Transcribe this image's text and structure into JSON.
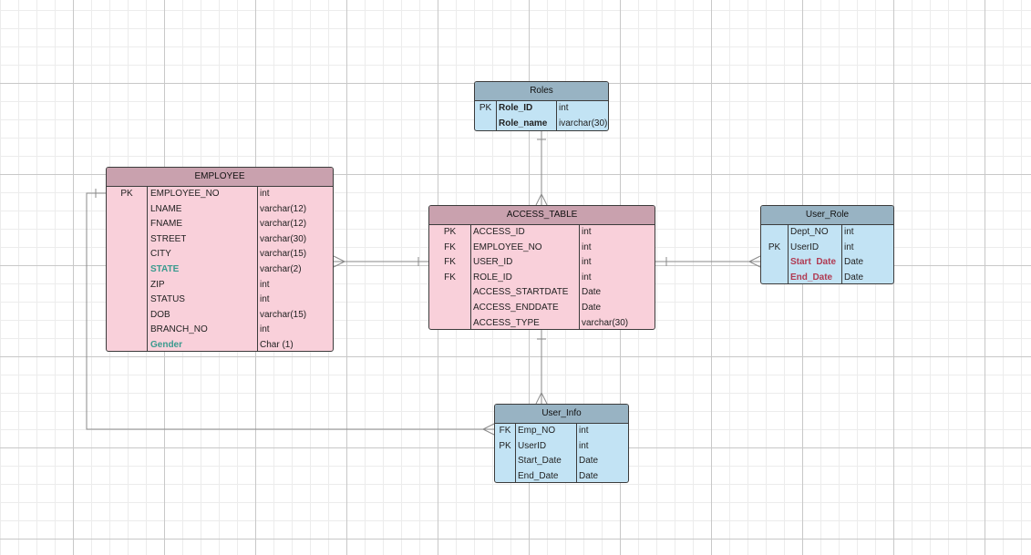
{
  "entities": {
    "employee": {
      "title": "EMPLOYEE",
      "rows": [
        {
          "key": "PK",
          "name": "EMPLOYEE_NO",
          "type": "int"
        },
        {
          "key": "",
          "name": "LNAME",
          "type": "varchar(12)"
        },
        {
          "key": "",
          "name": "FNAME",
          "type": "varchar(12)"
        },
        {
          "key": "",
          "name": "STREET",
          "type": "varchar(30)"
        },
        {
          "key": "",
          "name": "CITY",
          "type": "varchar(15)"
        },
        {
          "key": "",
          "name": "STATE",
          "type": "varchar(2)"
        },
        {
          "key": "",
          "name": "ZIP",
          "type": "int"
        },
        {
          "key": "",
          "name": "STATUS",
          "type": "int"
        },
        {
          "key": "",
          "name": "DOB",
          "type": "varchar(15)"
        },
        {
          "key": "",
          "name": "BRANCH_NO",
          "type": "int"
        },
        {
          "key": "",
          "name": "Gender",
          "type": "Char (1)"
        }
      ]
    },
    "roles": {
      "title": "Roles",
      "rows": [
        {
          "key": "PK",
          "name": "Role_ID",
          "type": "int"
        },
        {
          "key": "",
          "name": "Role_name",
          "type": "ivarchar(30)"
        }
      ]
    },
    "access_table": {
      "title": "ACCESS_TABLE",
      "rows": [
        {
          "key": "PK",
          "name": "ACCESS_ID",
          "type": "int"
        },
        {
          "key": "FK",
          "name": "EMPLOYEE_NO",
          "type": "int"
        },
        {
          "key": "FK",
          "name": "USER_ID",
          "type": "int"
        },
        {
          "key": "FK",
          "name": "ROLE_ID",
          "type": "int"
        },
        {
          "key": "",
          "name": "ACCESS_STARTDATE",
          "type": "Date"
        },
        {
          "key": "",
          "name": "ACCESS_ENDDATE",
          "type": "Date"
        },
        {
          "key": "",
          "name": "ACCESS_TYPE",
          "type": "varchar(30)"
        }
      ]
    },
    "user_role": {
      "title": "User_Role",
      "rows": [
        {
          "key": "",
          "name": "Dept_NO",
          "type": "int"
        },
        {
          "key": "PK",
          "name": "UserID",
          "type": "int"
        },
        {
          "key": "",
          "name": "Start  Date",
          "type": "Date"
        },
        {
          "key": "",
          "name": "End_Date",
          "type": "Date"
        }
      ]
    },
    "user_info": {
      "title": "User_Info",
      "rows": [
        {
          "key": "FK",
          "name": "Emp_NO",
          "type": "int"
        },
        {
          "key": "PK",
          "name": "UserID",
          "type": "int"
        },
        {
          "key": "",
          "name": "Start_Date",
          "type": "Date"
        },
        {
          "key": "",
          "name": "End_Date",
          "type": "Date"
        }
      ]
    }
  },
  "colors": {
    "pink_body": "#f9d0da",
    "pink_header": "#c9a1ae",
    "blue_body": "#c2e3f4",
    "blue_header": "#98b3c3",
    "highlight_teal": "#3a9a8e",
    "highlight_crimson": "#b03a52"
  }
}
